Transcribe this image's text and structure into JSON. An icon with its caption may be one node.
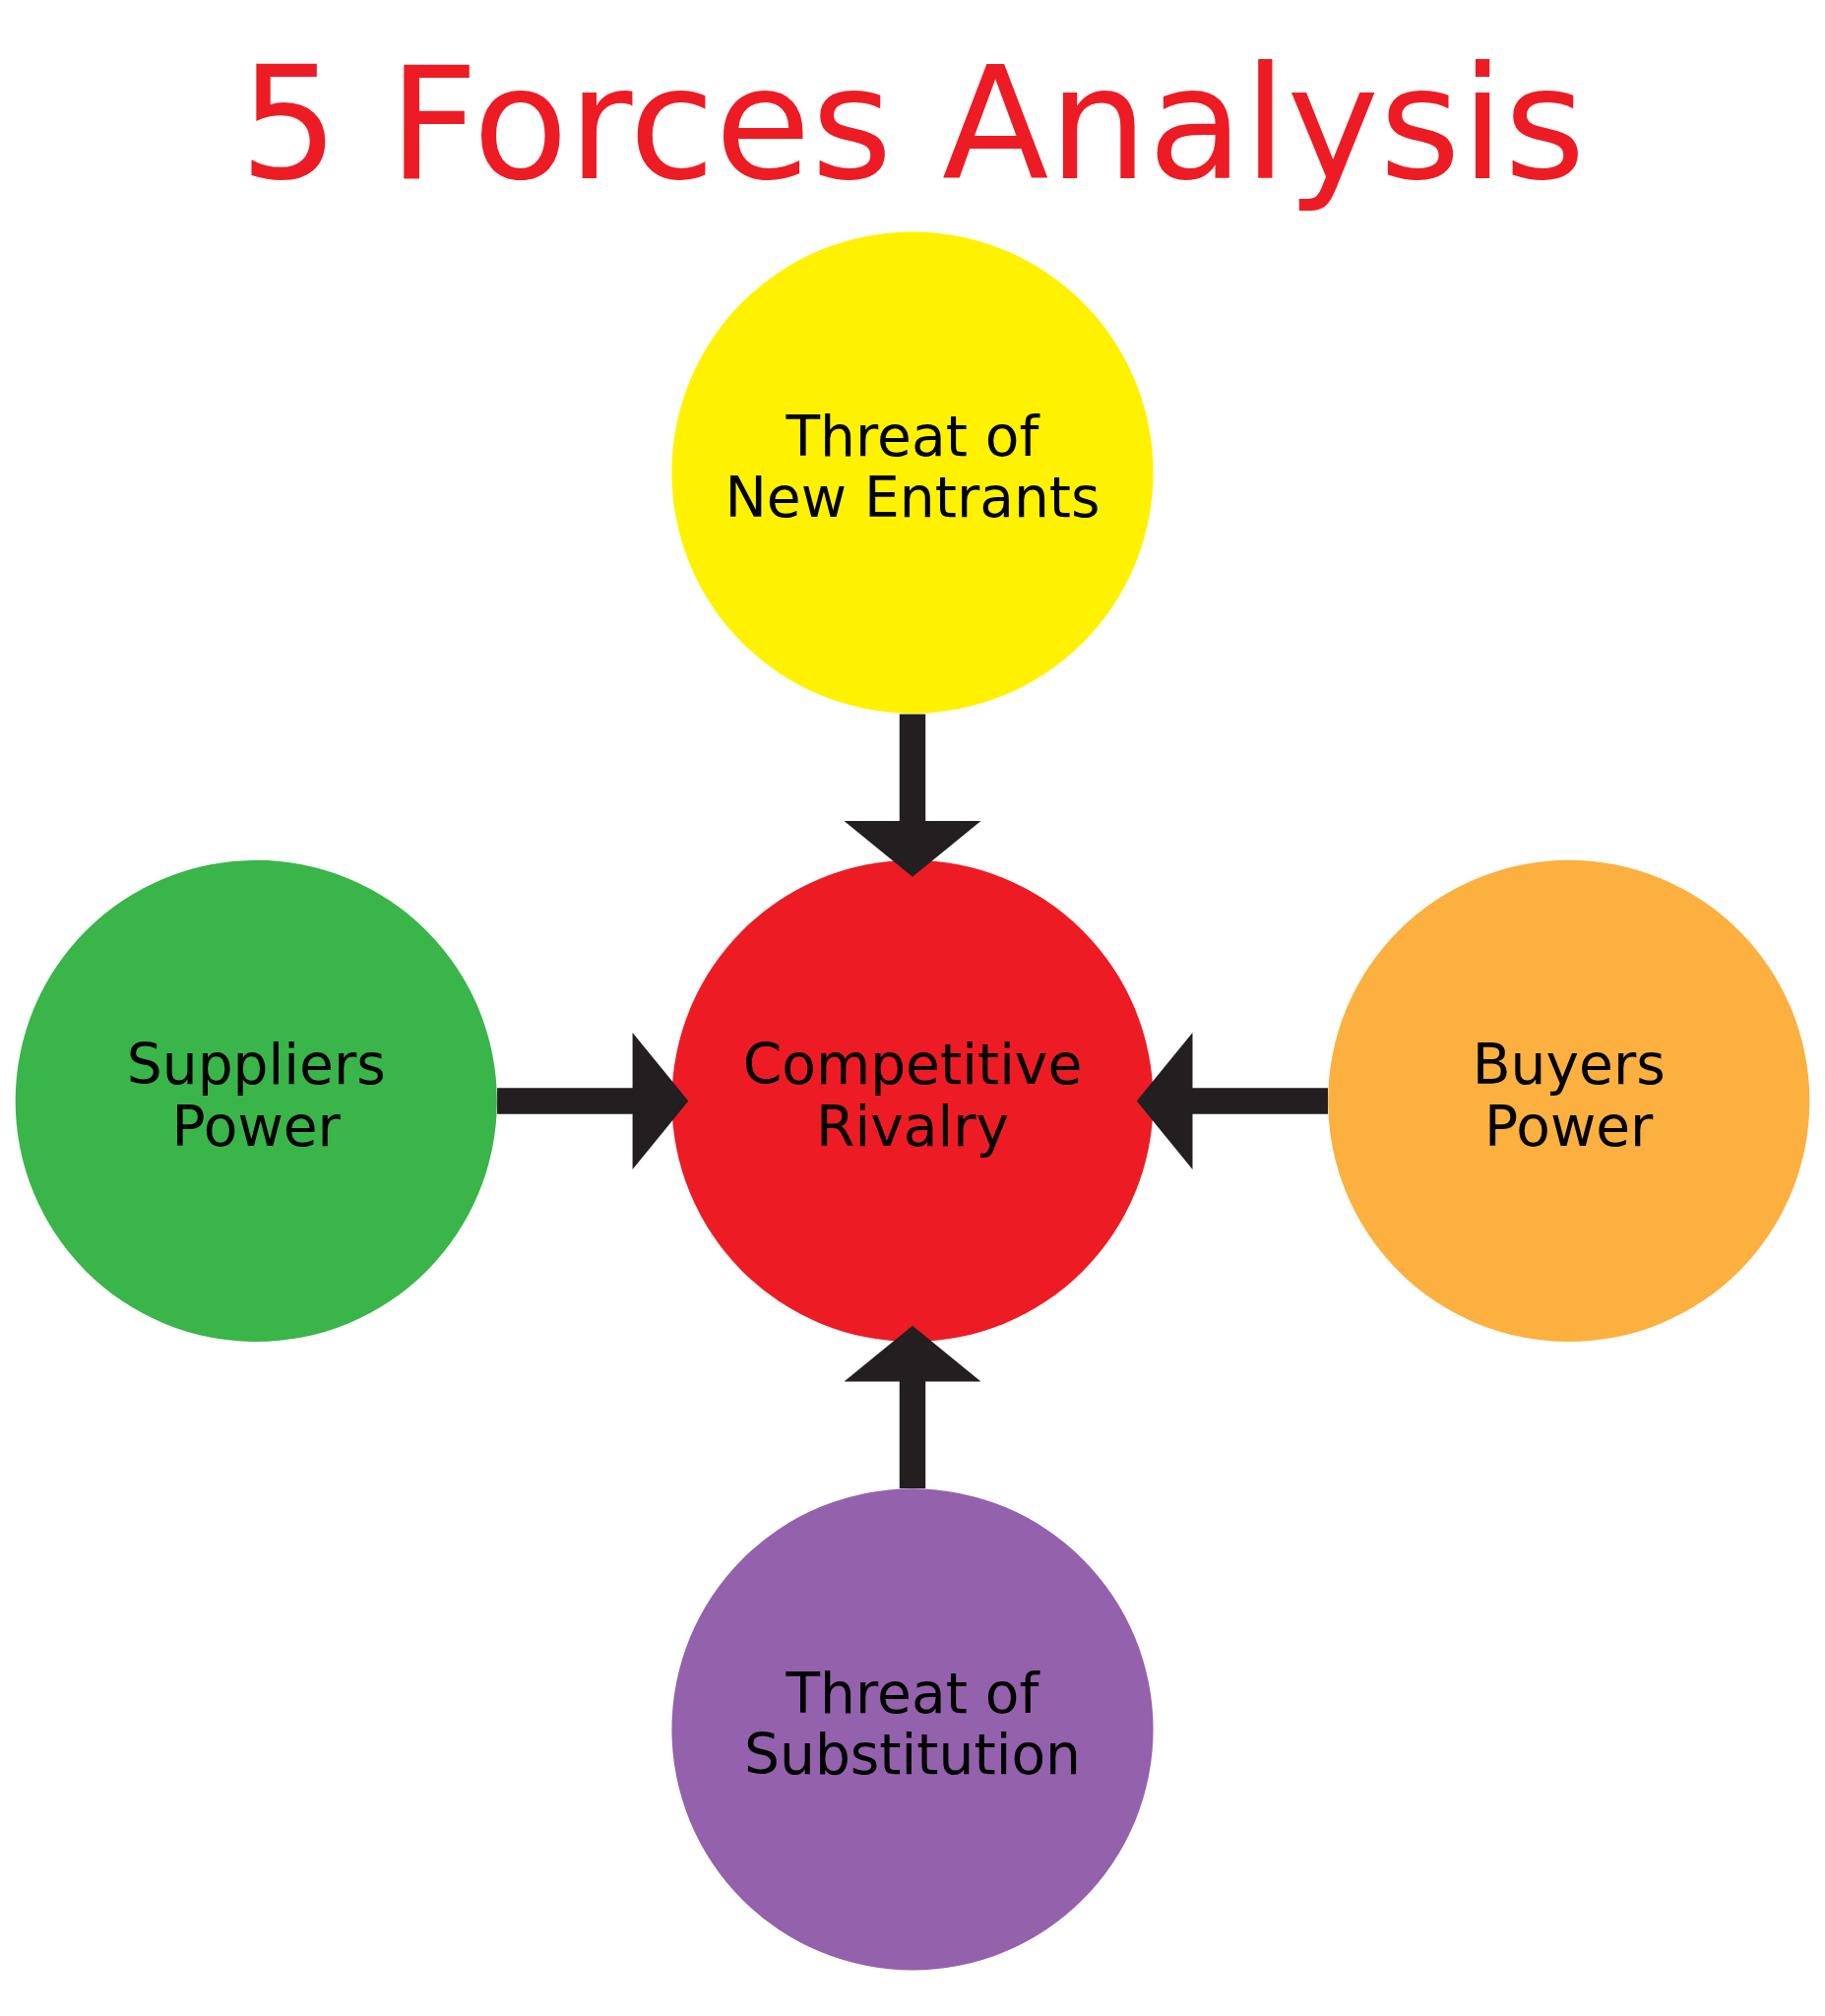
{
  "diagram": {
    "title": "5 Forces Analysis",
    "nodes": [
      {
        "text": [
          "Threat of New Entrants"
        ]
      },
      {
        "text": [
          "Suppliers Power"
        ]
      },
      {
        "text": [
          "Competitive Rivalry"
        ]
      },
      {
        "text": [
          "Buyers Power"
        ]
      },
      {
        "text": [
          "Threat of Substitution"
        ]
      }
    ],
    "edges": [
      {
        "from": 0,
        "to": 2,
        "arrow": "to"
      },
      {
        "from": 1,
        "to": 2,
        "arrow": "to"
      },
      {
        "from": 3,
        "to": 2,
        "arrow": "to"
      },
      {
        "from": 4,
        "to": 2,
        "arrow": "to"
      }
    ]
  }
}
